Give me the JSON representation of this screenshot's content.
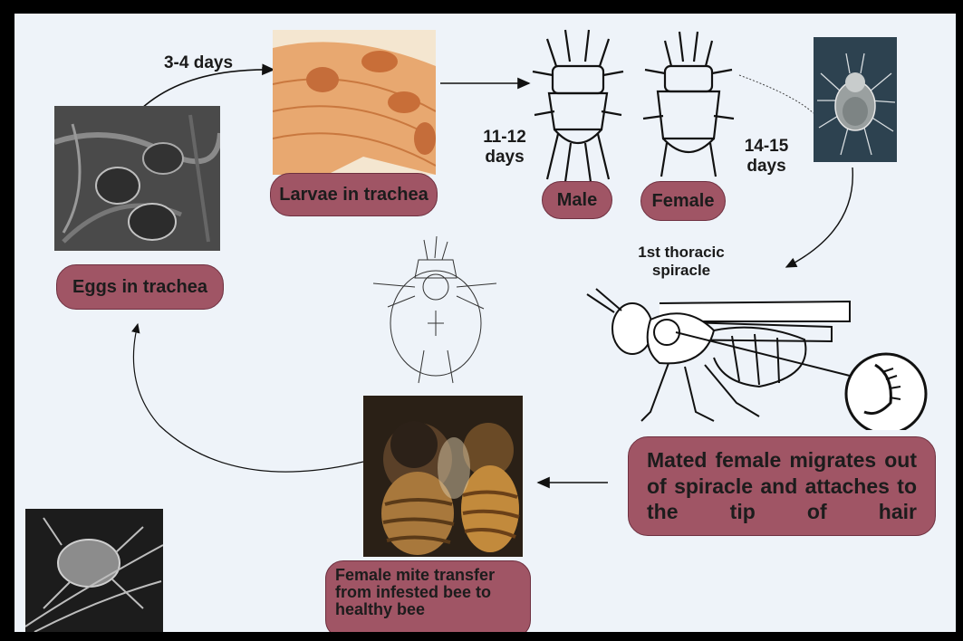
{
  "stages": {
    "eggs": "Eggs in trachea",
    "larvae": "Larvae in trachea",
    "male": "Male",
    "female": "Female",
    "mated_female": "Mated female migrates out of spiracle and attaches to the tip of hair",
    "transfer": "Female mite transfer from infested bee to healthy bee"
  },
  "durations": {
    "eggs_to_larvae": "3-4 days",
    "larvae_to_male": "11-12 days",
    "female_to_adult": "14-15 days"
  },
  "annotations": {
    "spiracle": "1st thoracic spiracle"
  },
  "colors": {
    "label_fill": "#a05565",
    "background": "#eef3f9",
    "frame": "#000000"
  }
}
